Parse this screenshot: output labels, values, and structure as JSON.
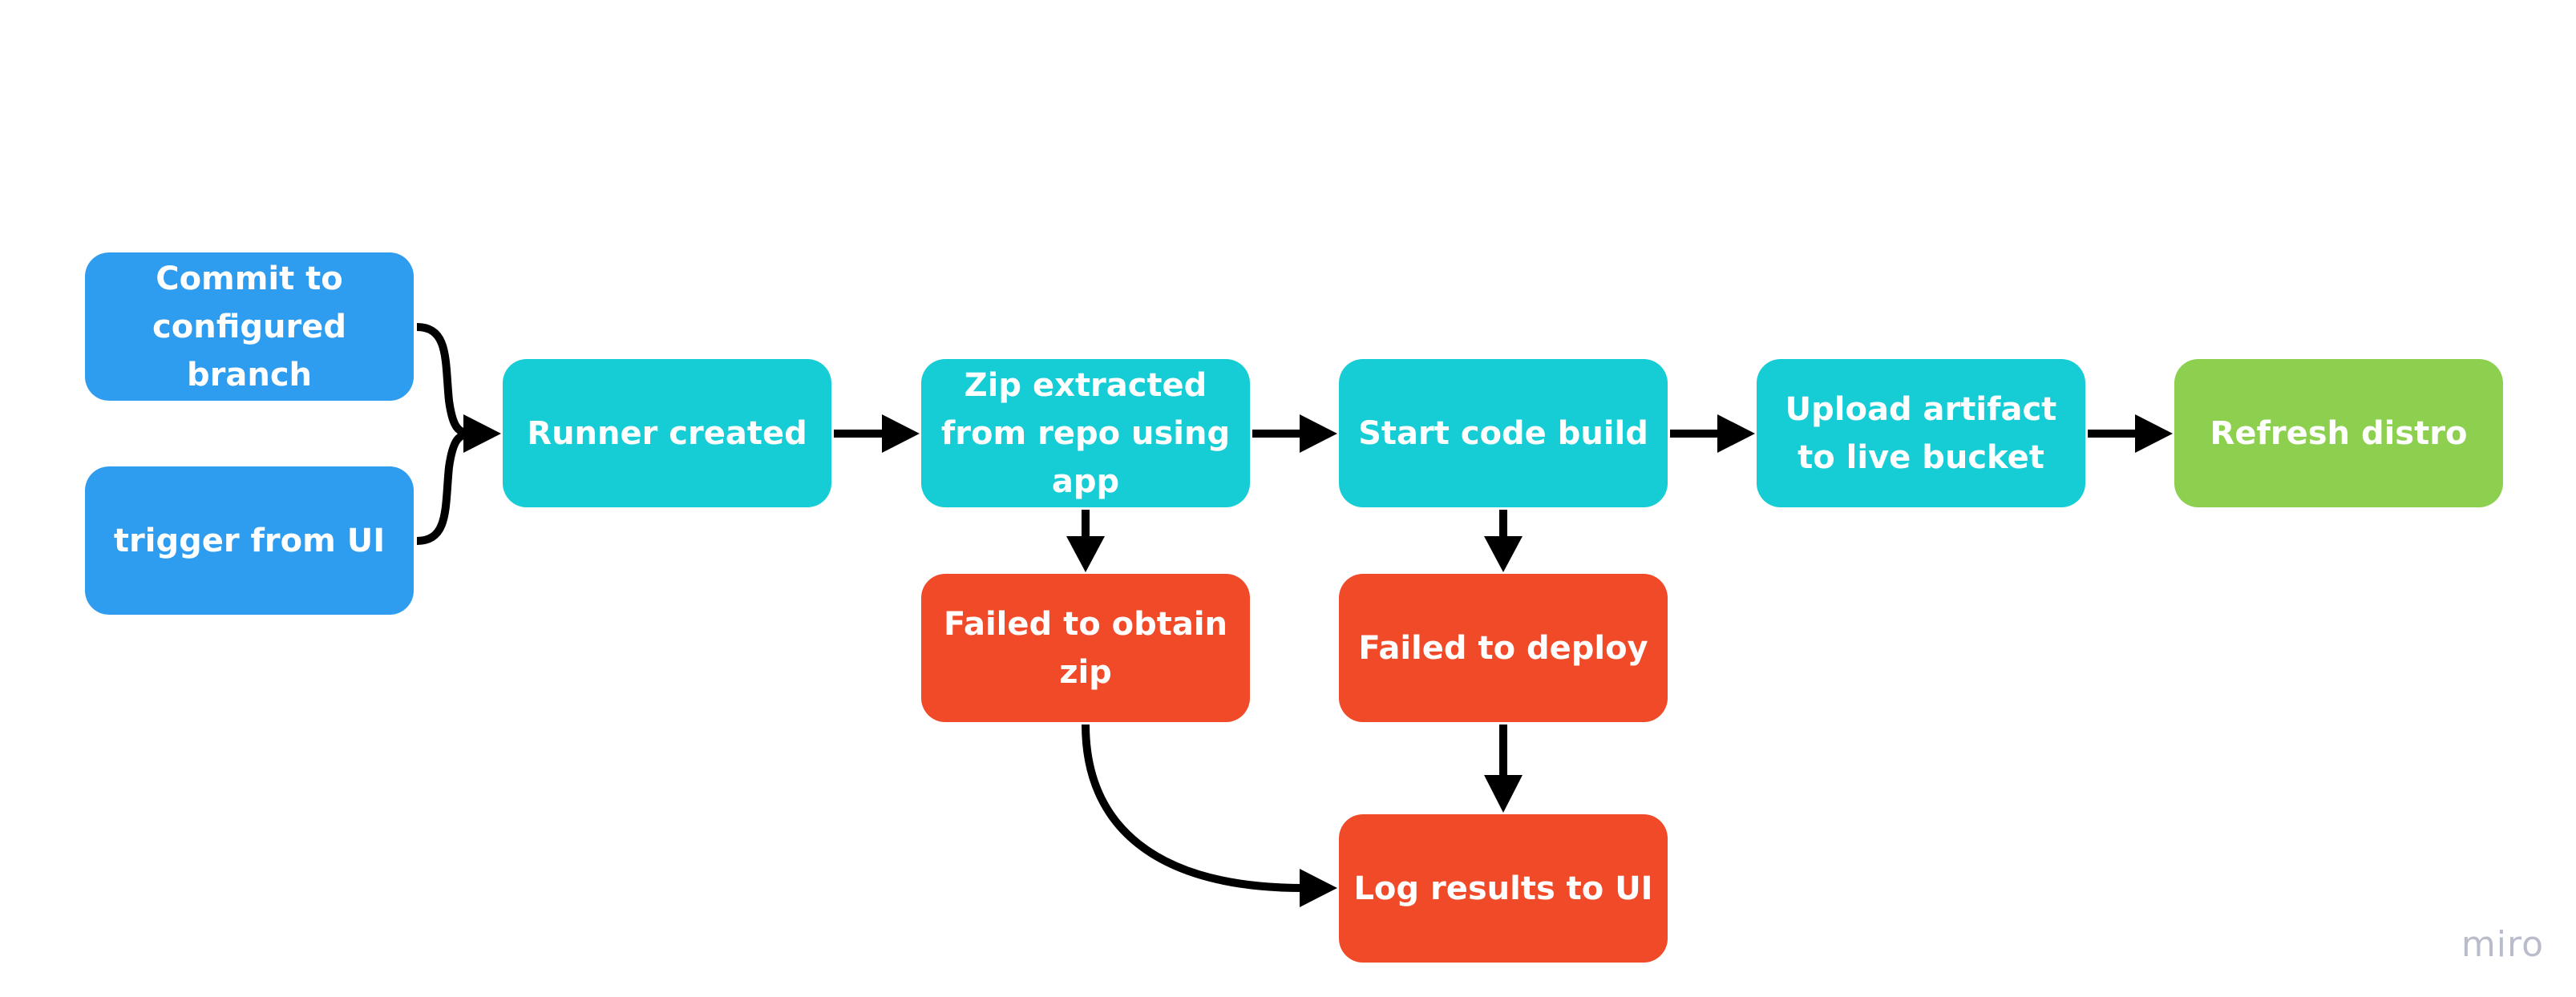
{
  "diagram": {
    "nodes": {
      "commit": "Commit to configured branch",
      "trigger": "trigger from UI",
      "runner": "Runner created",
      "zip": "Zip extracted from repo using app",
      "build": "Start code build",
      "upload": "Upload artifact to live bucket",
      "refresh": "Refresh distro",
      "fail_zip": "Failed to obtain zip",
      "fail_deploy": "Failed to deploy",
      "log": "Log results to UI"
    },
    "colors": {
      "trigger_nodes": "#2e9cef",
      "pipeline_nodes": "#16cdd6",
      "final_node": "#8dd04f",
      "failure_nodes": "#f04a29"
    },
    "edges": [
      {
        "from": "commit",
        "to": "runner"
      },
      {
        "from": "trigger",
        "to": "runner"
      },
      {
        "from": "runner",
        "to": "zip"
      },
      {
        "from": "zip",
        "to": "build"
      },
      {
        "from": "build",
        "to": "upload"
      },
      {
        "from": "upload",
        "to": "refresh"
      },
      {
        "from": "zip",
        "to": "fail_zip"
      },
      {
        "from": "build",
        "to": "fail_deploy"
      },
      {
        "from": "fail_deploy",
        "to": "log"
      },
      {
        "from": "fail_zip",
        "to": "log"
      }
    ]
  },
  "watermark": "miro"
}
